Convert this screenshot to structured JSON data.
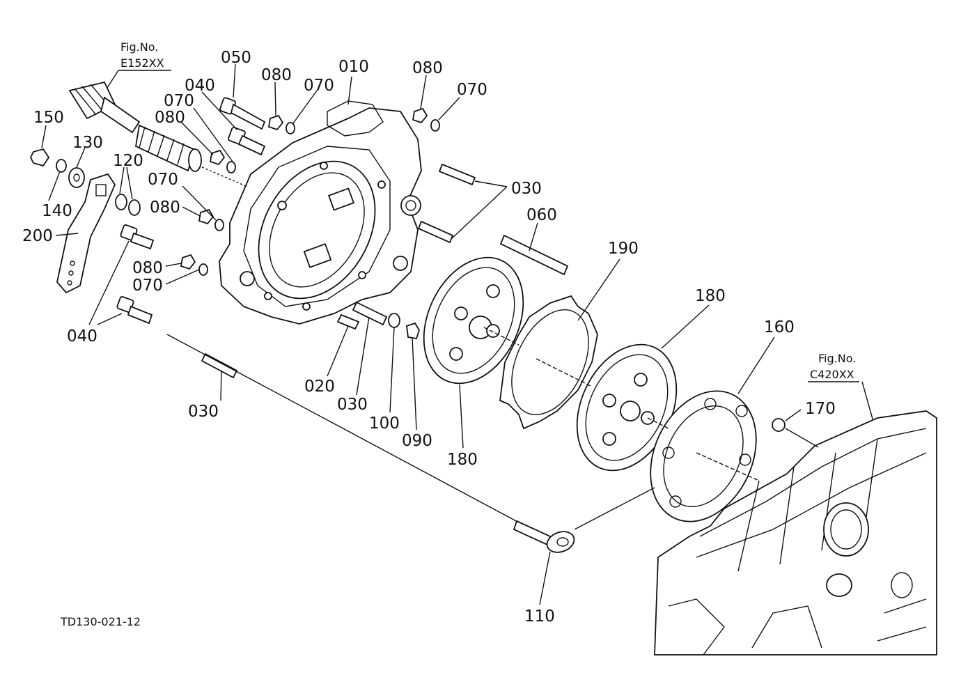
{
  "figure": {
    "ref_top": {
      "line1": "Fig.No.",
      "line2": "E152XX"
    },
    "ref_right": {
      "line1": "Fig.No.",
      "line2": "C420XX"
    },
    "drawing_id": "TD130-021-12"
  },
  "labels": {
    "p010": "010",
    "p020": "020",
    "p030a": "030",
    "p030b": "030",
    "p030c": "030",
    "p040a": "040",
    "p040b": "040",
    "p050": "050",
    "p060": "060",
    "p070a": "070",
    "p070b": "070",
    "p070c": "070",
    "p070d": "070",
    "p070e": "070",
    "p080a": "080",
    "p080b": "080",
    "p080c": "080",
    "p080d": "080",
    "p080e": "080",
    "p090": "090",
    "p100": "100",
    "p110": "110",
    "p120": "120",
    "p130": "130",
    "p140": "140",
    "p150": "150",
    "p160": "160",
    "p170": "170",
    "p180a": "180",
    "p180b": "180",
    "p190": "190",
    "p200": "200"
  }
}
